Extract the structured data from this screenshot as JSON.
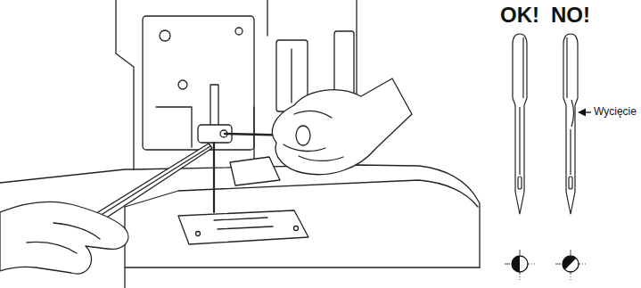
{
  "diagram": {
    "labels": [
      "OK!",
      "NO!",
      "Wycięcie"
    ]
  }
}
